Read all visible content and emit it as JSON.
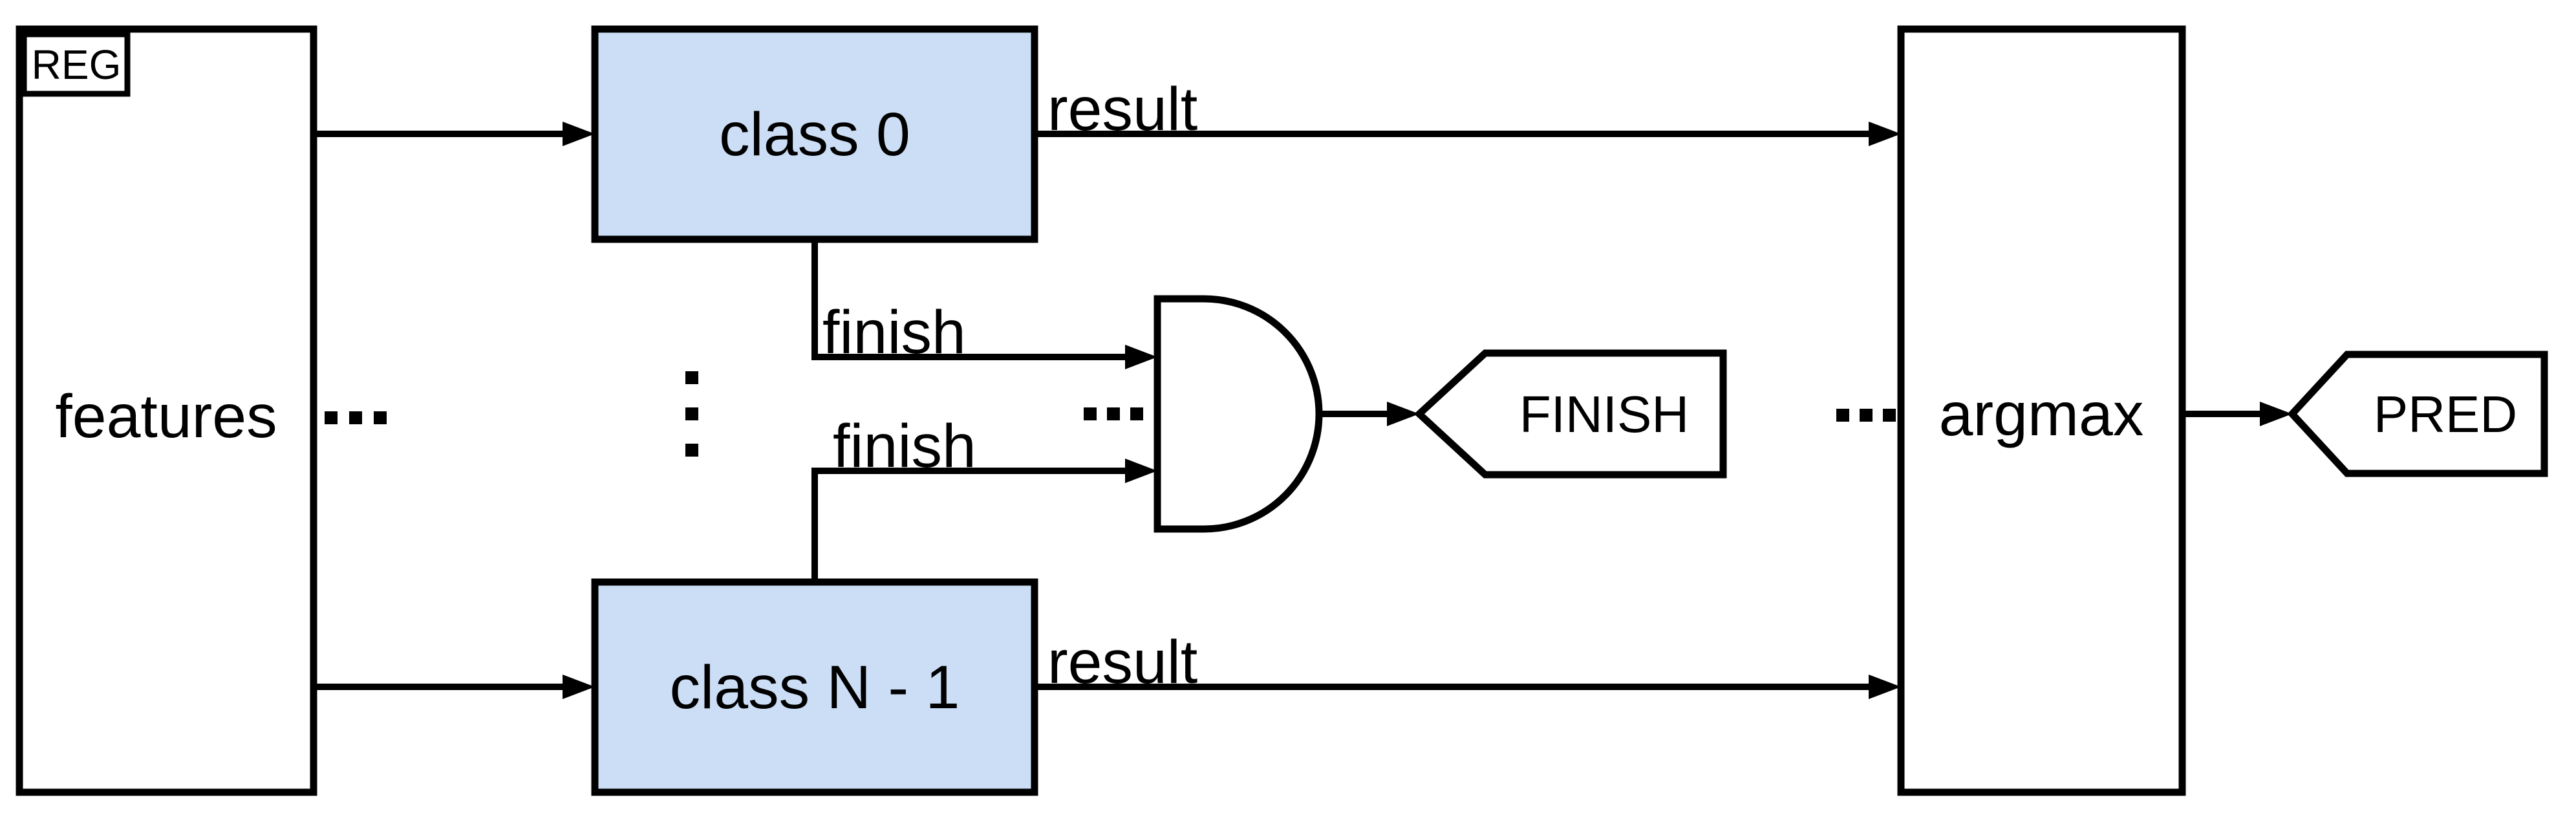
{
  "labels": {
    "reg": "REG",
    "features": "features",
    "class0": "class 0",
    "classn": "class N - 1",
    "argmax": "argmax",
    "result_top": "result",
    "result_bottom": "result",
    "finish_top": "finish",
    "finish_bottom": "finish",
    "finish_tag": "FINISH",
    "pred_tag": "PRED"
  },
  "icons": {
    "and_gate": "and-gate",
    "ellipsis_after_features": "horizontal-ellipsis",
    "ellipsis_between_class_rows": "vertical-ellipsis",
    "ellipsis_before_and_gate": "horizontal-ellipsis",
    "ellipsis_before_argmax": "horizontal-ellipsis"
  },
  "colors": {
    "background": "#ffffff",
    "stroke": "#000000",
    "class_box_fill": "#cbdef5"
  }
}
